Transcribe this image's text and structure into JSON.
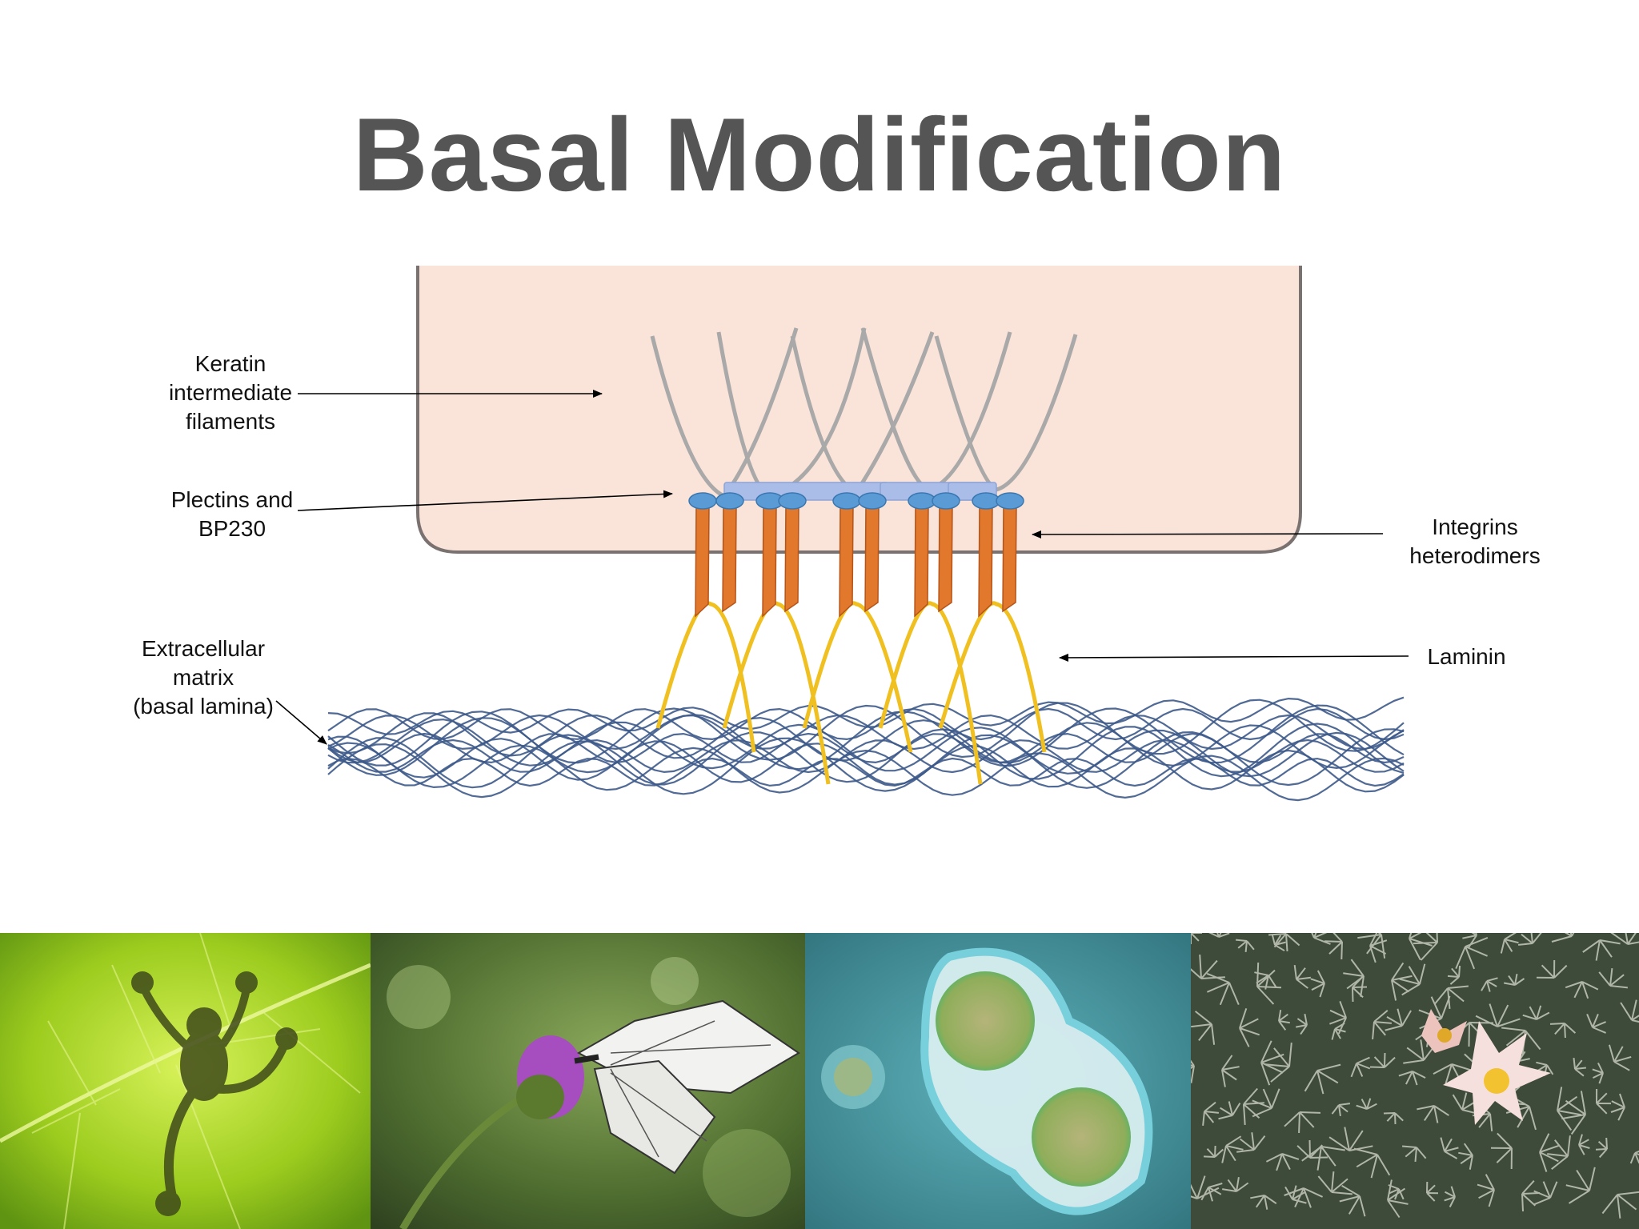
{
  "title": "Basal Modification",
  "labels": {
    "keratin": [
      "Keratin",
      "intermediate",
      "filaments"
    ],
    "plectins": [
      "Plectins and",
      "BP230"
    ],
    "ecm": [
      "Extracellular",
      "matrix",
      "(basal lamina)"
    ],
    "integrins": [
      "Integrins",
      "heterodimers"
    ],
    "laminin": [
      "Laminin"
    ]
  },
  "colors": {
    "title": "#555555",
    "cell_fill": "#fae3d8",
    "cell_border": "#7a7270",
    "keratin": "#a9a9a9",
    "plectin": "#a9bde8",
    "integrin_head": "#5b9bd5",
    "integrin_stalk": "#e2782c",
    "laminin": "#f0c020",
    "ecm_fiber": "#3d5a8a"
  },
  "photos": [
    {
      "name": "frog-silhouette-on-leaf"
    },
    {
      "name": "butterfly-on-flower"
    },
    {
      "name": "dividing-cell"
    },
    {
      "name": "cactus-with-flower"
    }
  ]
}
